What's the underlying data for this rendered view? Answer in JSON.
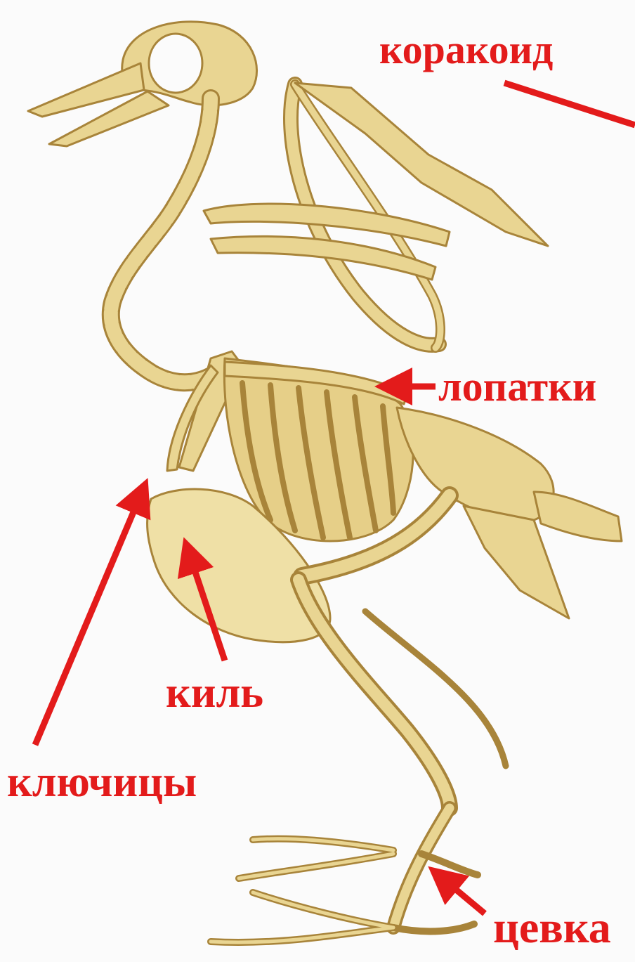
{
  "labels": {
    "korakoid": "коракоид",
    "lopatki": "лопатки",
    "kil": "киль",
    "klyuchitsy": "ключицы",
    "tsevka": "цевка"
  },
  "colors": {
    "background": "#fbfbfb",
    "label_red": "#e31b1b",
    "bone_fill": "#e9d592",
    "bone_stroke": "#a8843a",
    "bone_shadow": "#cdb468"
  },
  "illustration": "bird-skeleton"
}
